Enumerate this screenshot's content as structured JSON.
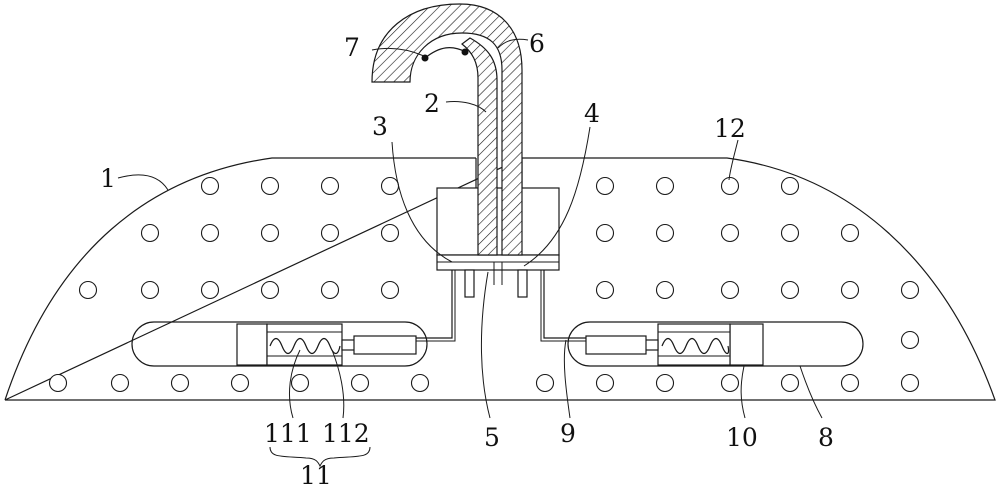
{
  "labels": {
    "l1": "1",
    "l2": "2",
    "l3": "3",
    "l4": "4",
    "l5": "5",
    "l6": "6",
    "l7": "7",
    "l8": "8",
    "l9": "9",
    "l10": "10",
    "l11": "11",
    "l111": "111",
    "l112": "112",
    "l12": "12"
  }
}
